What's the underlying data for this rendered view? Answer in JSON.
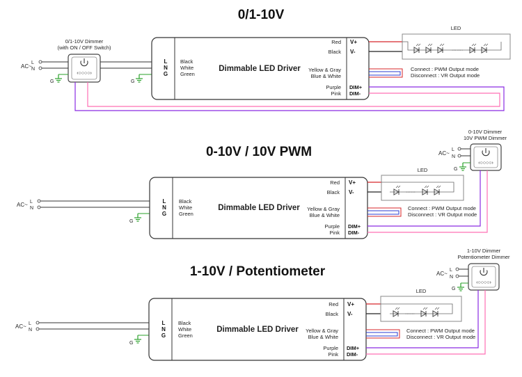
{
  "colors": {
    "red": "#d7262a",
    "black": "#222222",
    "blue": "#2a3bd1",
    "purple": "#8a2be2",
    "pink": "#ff6fb5",
    "green": "#2aa12a",
    "gray": "#7a7a7a"
  },
  "sections": [
    {
      "title": "0/1-10V",
      "driver": {
        "title": "Dimmable LED Driver",
        "input_pins": "L\nN\nG",
        "input_colors": [
          "Black",
          "White",
          "Green"
        ],
        "outputs": {
          "red": "Red",
          "black": "Black",
          "yellow_gray": "Yellow & Gray",
          "blue_white": "Blue & White",
          "purple": "Purple",
          "pink": "Pink",
          "vplus": "V+",
          "vminus": "V-",
          "dimplus": "DIM+",
          "dimminus": "DIM-"
        }
      },
      "led_label": "LED",
      "dimmer_label_1": "0/1-10V Dimmer",
      "dimmer_label_2": "(with ON / OFF Switch)",
      "ac_label": "AC~",
      "l_label": "L",
      "n_label": "N",
      "g_label": "G",
      "connect_text": "Connect : PWM Output mode",
      "disconnect_text": "Disconnect : VR Output mode"
    },
    {
      "title": "0-10V / 10V PWM",
      "driver": {
        "title": "Dimmable LED Driver",
        "input_pins": "L\nN\nG",
        "input_colors": [
          "Black",
          "White",
          "Green"
        ],
        "outputs": {
          "red": "Red",
          "black": "Black",
          "yellow_gray": "Yellow & Gray",
          "blue_white": "Blue & White",
          "purple": "Purple",
          "pink": "Pink",
          "vplus": "V+",
          "vminus": "V-",
          "dimplus": "DIM+",
          "dimminus": "DIM-"
        }
      },
      "led_label": "LED",
      "dimmer_label_1": "0-10V Dimmer",
      "dimmer_label_2": "10V PWM Dimmer",
      "ac_label": "AC~",
      "l_label": "L",
      "n_label": "N",
      "g_label": "G",
      "connect_text": "Connect : PWM Output mode",
      "disconnect_text": "Disconnect : VR Output mode"
    },
    {
      "title": "1-10V / Potentiometer",
      "driver": {
        "title": "Dimmable LED Driver",
        "input_pins": "L\nN\nG",
        "input_colors": [
          "Black",
          "White",
          "Green"
        ],
        "outputs": {
          "red": "Red",
          "black": "Black",
          "yellow_gray": "Yellow & Gray",
          "blue_white": "Blue & White",
          "purple": "Purple",
          "pink": "Pink",
          "vplus": "V+",
          "vminus": "V-",
          "dimplus": "DIM+",
          "dimminus": "DIM-"
        }
      },
      "led_label": "LED",
      "dimmer_label_1": "1-10V Dimmer",
      "dimmer_label_2": "Potentiometer Dimmer",
      "ac_label": "AC~",
      "l_label": "L",
      "n_label": "N",
      "g_label": "G",
      "connect_text": "Connect : PWM Output mode",
      "disconnect_text": "Disconnect : VR Output mode"
    }
  ]
}
